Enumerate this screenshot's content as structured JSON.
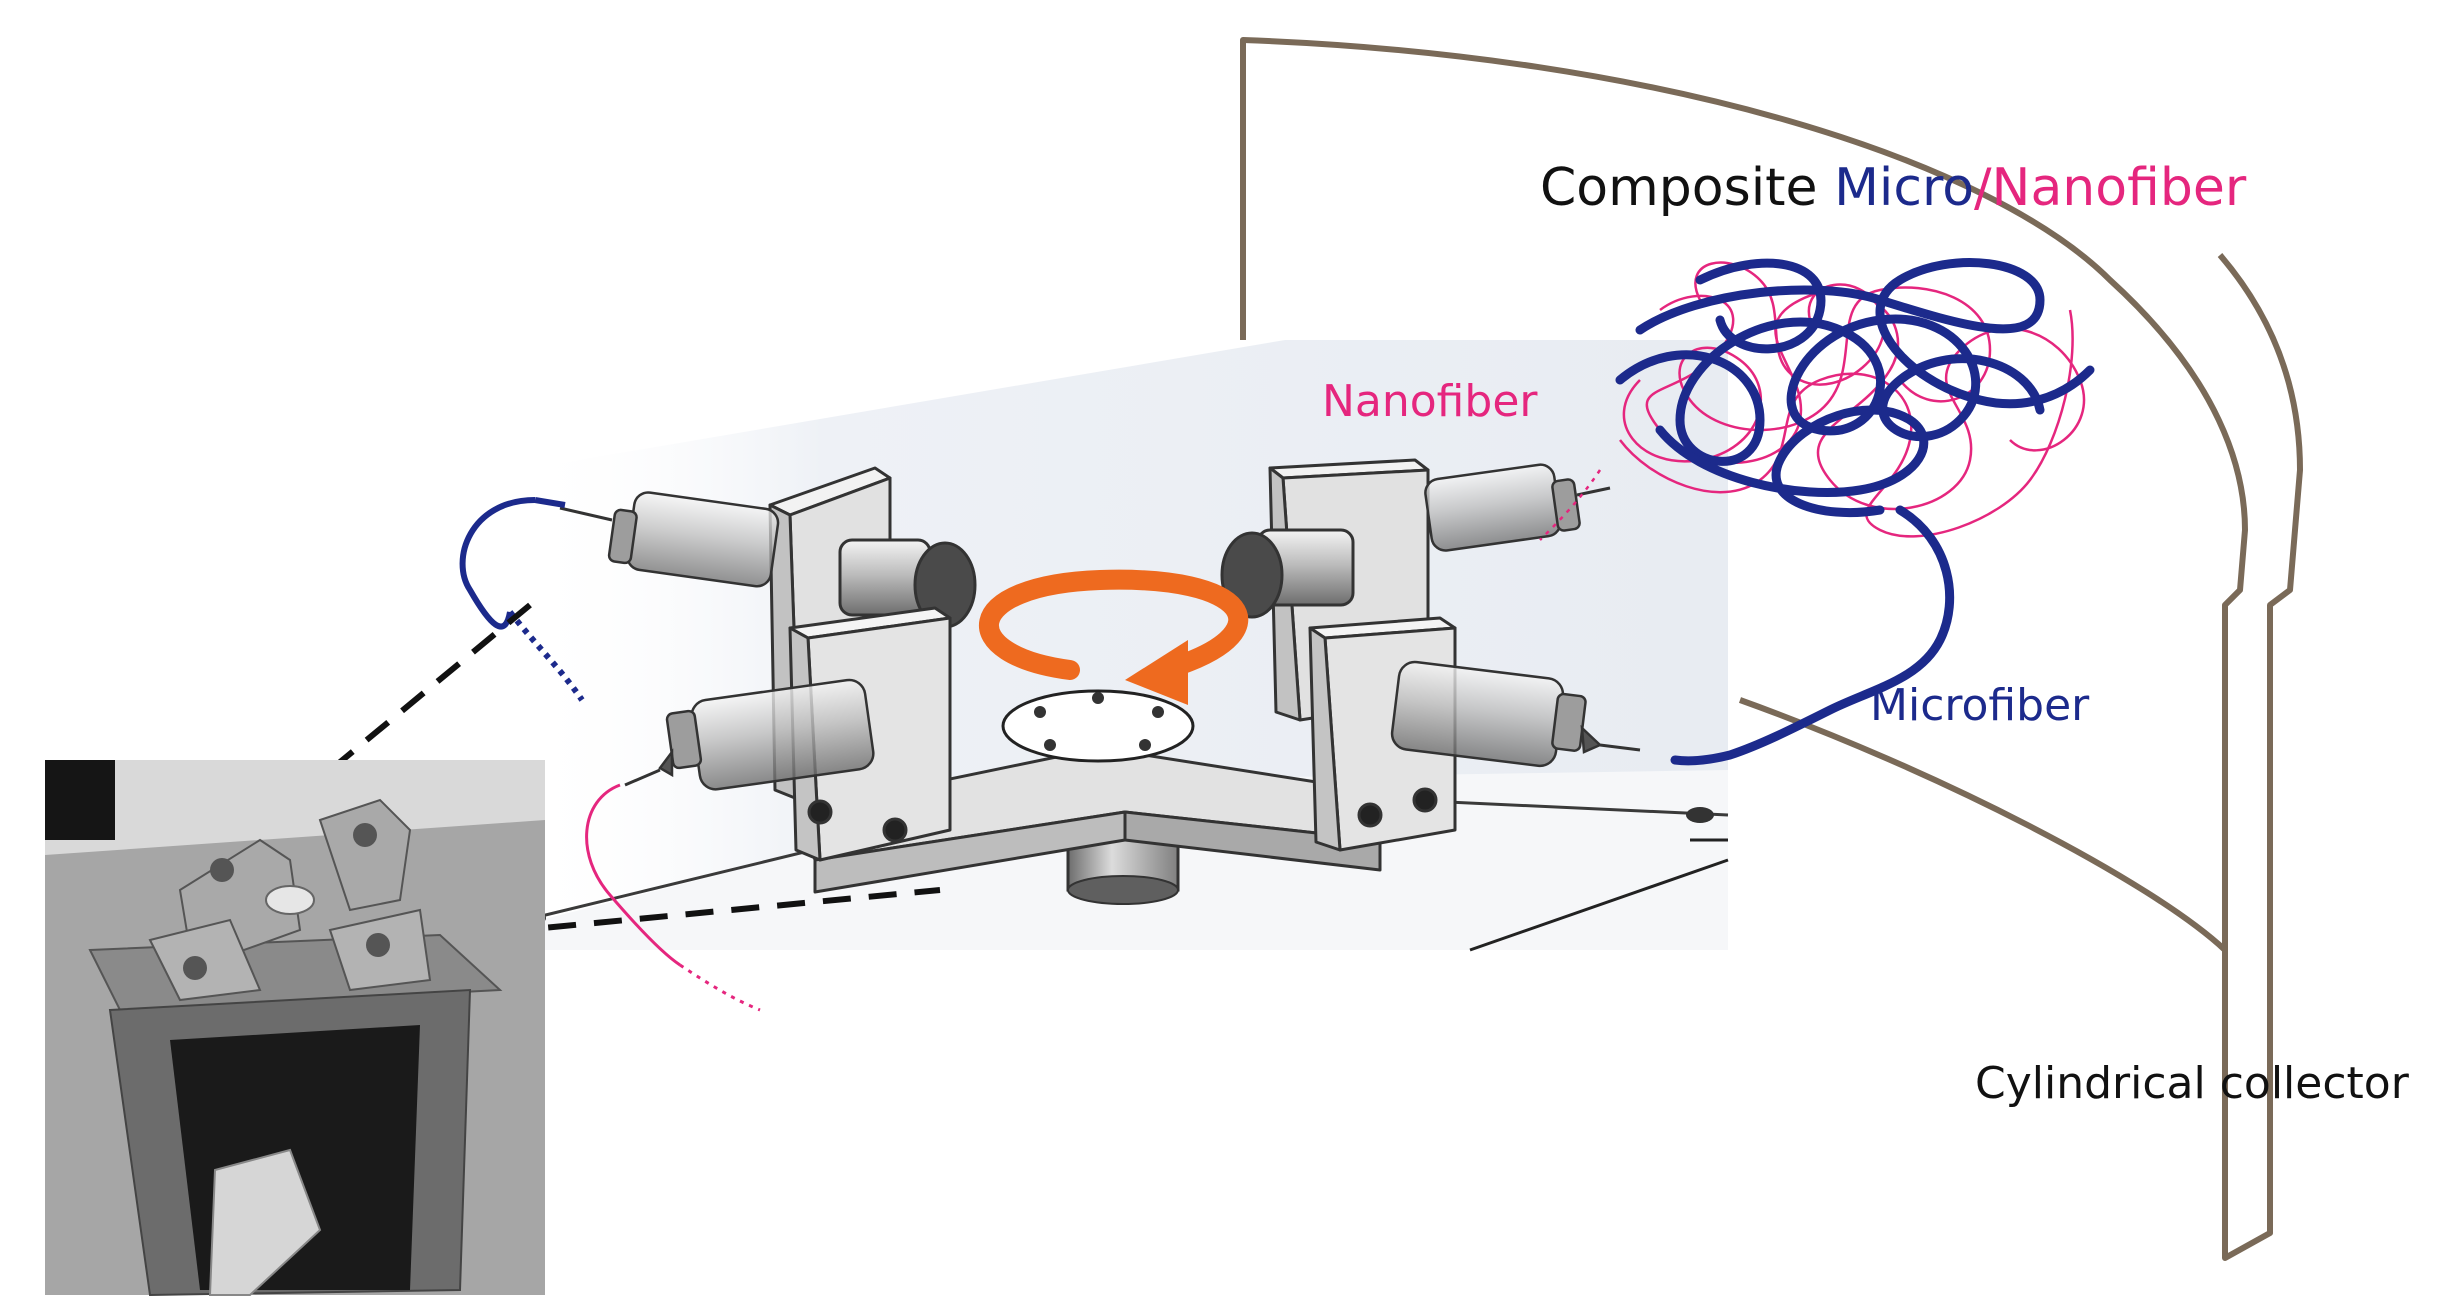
{
  "labels": {
    "composite_prefix": "Composite ",
    "composite_micro": "Micro",
    "composite_slash": "/",
    "composite_nano": "Nanofiber",
    "nanofiber": "Nanofiber",
    "microfiber": "Microfiber",
    "collector": "Cylindrical collector"
  },
  "colors": {
    "text": "#111111",
    "microfiber": "#1c2a8c",
    "nanofiber": "#e5267e",
    "collector": "#7a6a58",
    "rotation_arrow": "#ee6a1f",
    "dashed_connector": "#111111"
  },
  "icons": {
    "rotation": "circular-rotation-arrow-icon",
    "photo": "apparatus-photo-image"
  }
}
